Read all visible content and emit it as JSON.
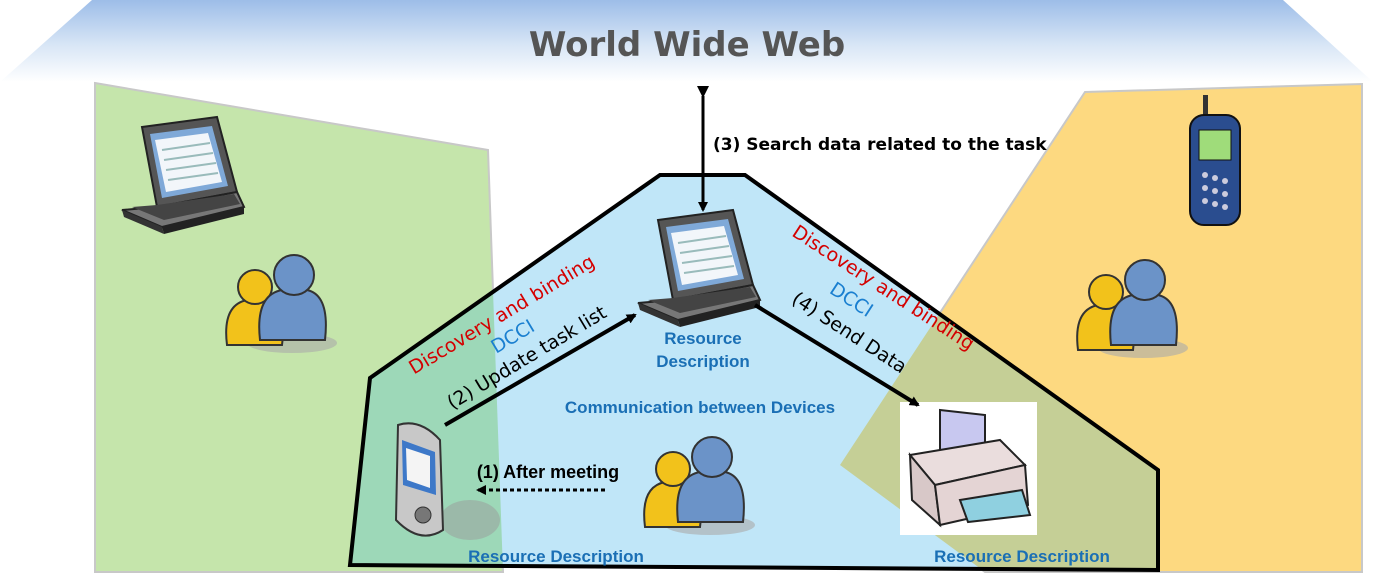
{
  "title": "World Wide Web",
  "labels": {
    "search": "(3) Search data related to the task",
    "discovery_left": "Discovery and binding",
    "dcci_left": "DCCI",
    "update": "(2) Update task list",
    "discovery_right": "Discovery and binding",
    "dcci_right": "DCCI",
    "send": "(4) Send Data",
    "laptop_rd_line1": "Resource",
    "laptop_rd_line2": "Description",
    "communication": "Communication between Devices",
    "after_meeting": "(1) After meeting",
    "pda_rd": "Resource Description",
    "printer_rd": "Resource Description"
  },
  "colors": {
    "discovery": "#d40000",
    "dcci": "#1a7fd0",
    "resource": "#1a6fb5",
    "green_zone": "#c5e5ab",
    "yellow_zone": "#fdd980",
    "center_zone": "#c0e6f8"
  },
  "icons": [
    "laptop-icon",
    "users-icon",
    "mobile-phone-icon",
    "pda-icon",
    "printer-icon"
  ]
}
